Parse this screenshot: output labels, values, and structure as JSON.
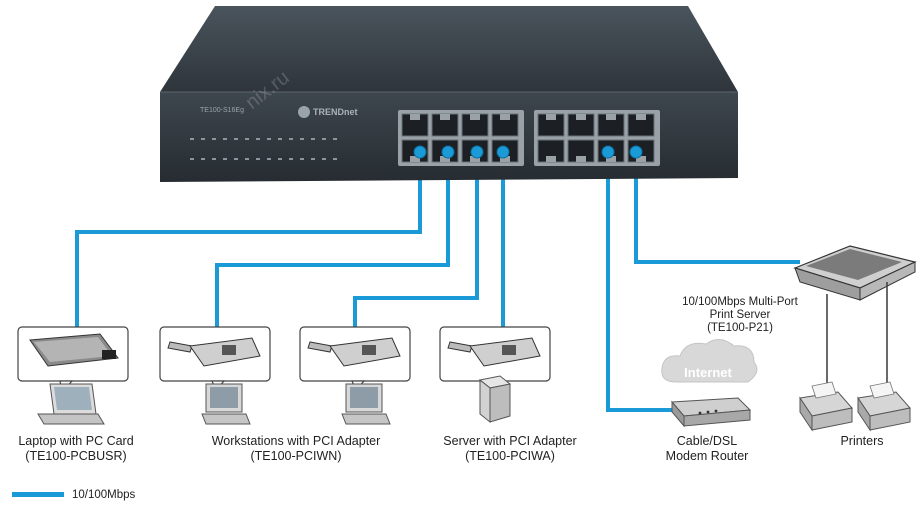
{
  "diagram": {
    "watermark": "nix.ru",
    "switch": {
      "brand": "TRENDnet"
    },
    "cloud_label": "Internet",
    "devices": {
      "laptop": {
        "line1": "Laptop with PC Card",
        "line2": "(TE100-PCBUSR)"
      },
      "workstations": {
        "line1": "Workstations with PCI Adapter",
        "line2": "(TE100-PCIWN)"
      },
      "server": {
        "line1": "Server with PCI Adapter",
        "line2": "(TE100-PCIWA)"
      },
      "router": {
        "line1": "Cable/DSL",
        "line2": "Modem Router"
      },
      "print_server": {
        "line1": "10/100Mbps Multi-Port",
        "line2": "Print Server",
        "line3": "(TE100-P21)"
      },
      "printers": {
        "line1": "Printers"
      }
    },
    "legend": {
      "label": "10/100Mbps",
      "color": "#1a9ad6"
    },
    "colors": {
      "cable": "#1a9ad6",
      "switch_body": "#3b434a"
    }
  }
}
